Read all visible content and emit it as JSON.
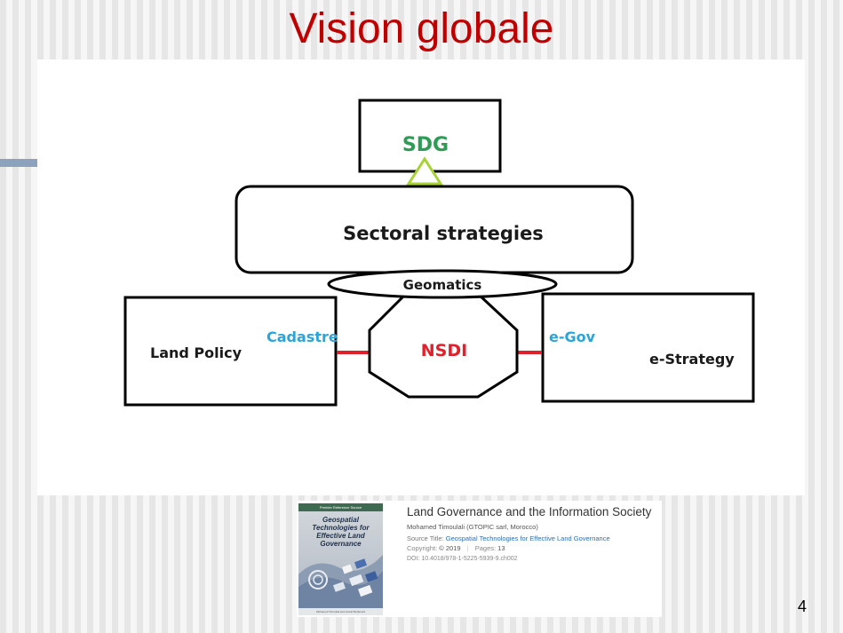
{
  "slide": {
    "title": "Vision globale",
    "page_number": "4",
    "title_color": "#c00000"
  },
  "diagram": {
    "nodes": {
      "sdg": {
        "label": "SDG",
        "color": "#2e9b57"
      },
      "sectoral": {
        "label": "Sectoral strategies",
        "color": "#1a1a1a"
      },
      "geomatics": {
        "label": "Geomatics",
        "color": "#1a1a1a"
      },
      "land_policy": {
        "label": "Land Policy",
        "color": "#1a1a1a"
      },
      "cadastre": {
        "label": "Cadastre",
        "color": "#2aa5dc"
      },
      "nsdi": {
        "label": "NSDI",
        "color": "#e0202a"
      },
      "egov": {
        "label": "e-Gov",
        "color": "#2aa5dc"
      },
      "estrategy": {
        "label": "e-Strategy",
        "color": "#1a1a1a"
      }
    },
    "arrow_color": "#a6d332",
    "connector_color": "#e0202a"
  },
  "book": {
    "cover": {
      "band": "Premier Reference Source",
      "title": "Geospatial Technologies for Effective Land Governance",
      "footer": "Mohamed Timoulali and Jamal Mohamed"
    },
    "title": "Land Governance and the Information Society",
    "author": "Mohamed Timoulali (GTOPIC sarl, Morocco)",
    "source_label": "Source Title:",
    "source_title": "Geospatial Technologies for Effective Land Governance",
    "copyright_label": "Copyright:",
    "copyright_value": "© 2019",
    "pages_label": "Pages:",
    "pages_value": "13",
    "doi_label": "DOI:",
    "doi_value": "10.4018/978-1-5225-5939-9.ch002"
  }
}
